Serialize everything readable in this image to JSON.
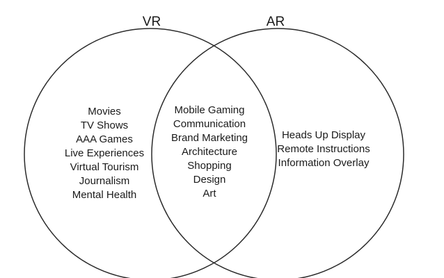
{
  "diagram": {
    "sets": [
      {
        "name": "VR"
      },
      {
        "name": "AR"
      }
    ],
    "regions": {
      "vr_only": [
        "Movies",
        "TV Shows",
        "AAA Games",
        "Live Experiences",
        "Virtual Tourism",
        "Journalism",
        "Mental Health"
      ],
      "overlap": [
        "Mobile Gaming",
        "Communication",
        "Brand Marketing",
        "Architecture",
        "Shopping",
        "Design",
        "Art"
      ],
      "ar_only": [
        "Heads Up Display",
        "Remote Instructions",
        "Information Overlay"
      ]
    },
    "colors": {
      "outline": "#2a2a2a",
      "text": "#1a1a1a",
      "background": "#ffffff"
    }
  }
}
